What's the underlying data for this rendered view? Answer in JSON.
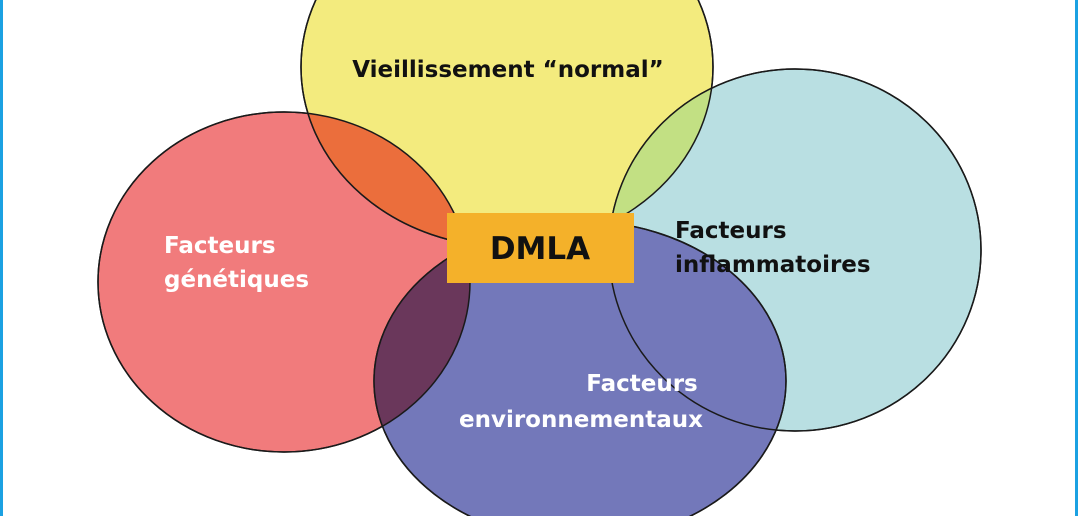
{
  "diagram": {
    "center": {
      "label": "DMLA",
      "color": "#f4b12a"
    },
    "circles": {
      "aging": {
        "lines": [
          "Vieillissement “normal”"
        ],
        "color": "#f3eb7e"
      },
      "genetic": {
        "lines": [
          "Facteurs",
          "génétiques"
        ],
        "color": "#f17b7c"
      },
      "inflammatory": {
        "lines": [
          "Facteurs",
          "inflammatoires"
        ],
        "color": "#b9dfe2"
      },
      "environmental": {
        "lines": [
          "Facteurs",
          "environnementaux"
        ],
        "color": "#7378ba"
      }
    },
    "overlaps": {
      "aging_genetic": "#eb6e3c",
      "aging_inflammatory": "#c2e083",
      "genetic_environmental": "#6a375b"
    },
    "frame_color": "#1ba1e2"
  }
}
